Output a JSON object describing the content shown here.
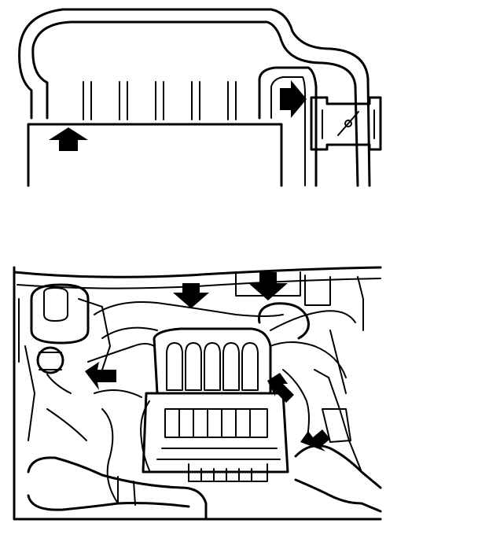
{
  "figure": {
    "panels": [
      {
        "id": "intake-plenum-cutaway",
        "arrows": 2
      },
      {
        "id": "engine-compartment-overview",
        "arrows": 5
      }
    ],
    "colors": {
      "line": "#000000",
      "background": "#ffffff"
    }
  }
}
